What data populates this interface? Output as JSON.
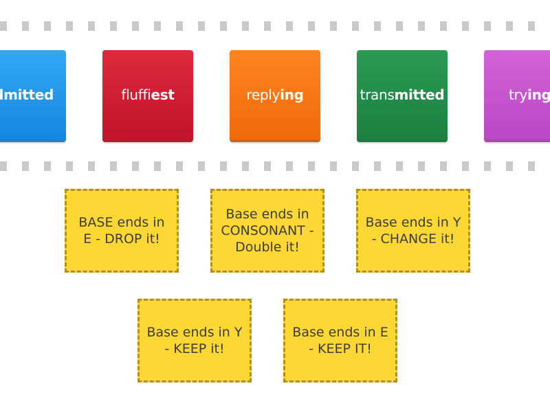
{
  "words": [
    {
      "normal": "",
      "bold": "dmitted"
    },
    {
      "normal": "fluffi",
      "bold": "est"
    },
    {
      "normal": "reply",
      "bold": "ing"
    },
    {
      "normal": "trans",
      "bold": "mitted"
    },
    {
      "normal": "try",
      "bold": "ing"
    }
  ],
  "rules": [
    "BASE ends in E - DROP it!",
    "Base ends in CONSONANT - Double it!",
    "Base ends in Y - CHANGE it!",
    "Base ends in Y - KEEP it!",
    "Base ends in E - KEEP IT!"
  ],
  "colors": {
    "tile_1": "#1e90e8",
    "tile_2": "#d01e33",
    "tile_3": "#f77512",
    "tile_4": "#238c4b",
    "tile_5": "#c655cf",
    "rule_box": "#fdd835",
    "rule_border": "#b08f1a",
    "dash": "#c9c9c9"
  }
}
